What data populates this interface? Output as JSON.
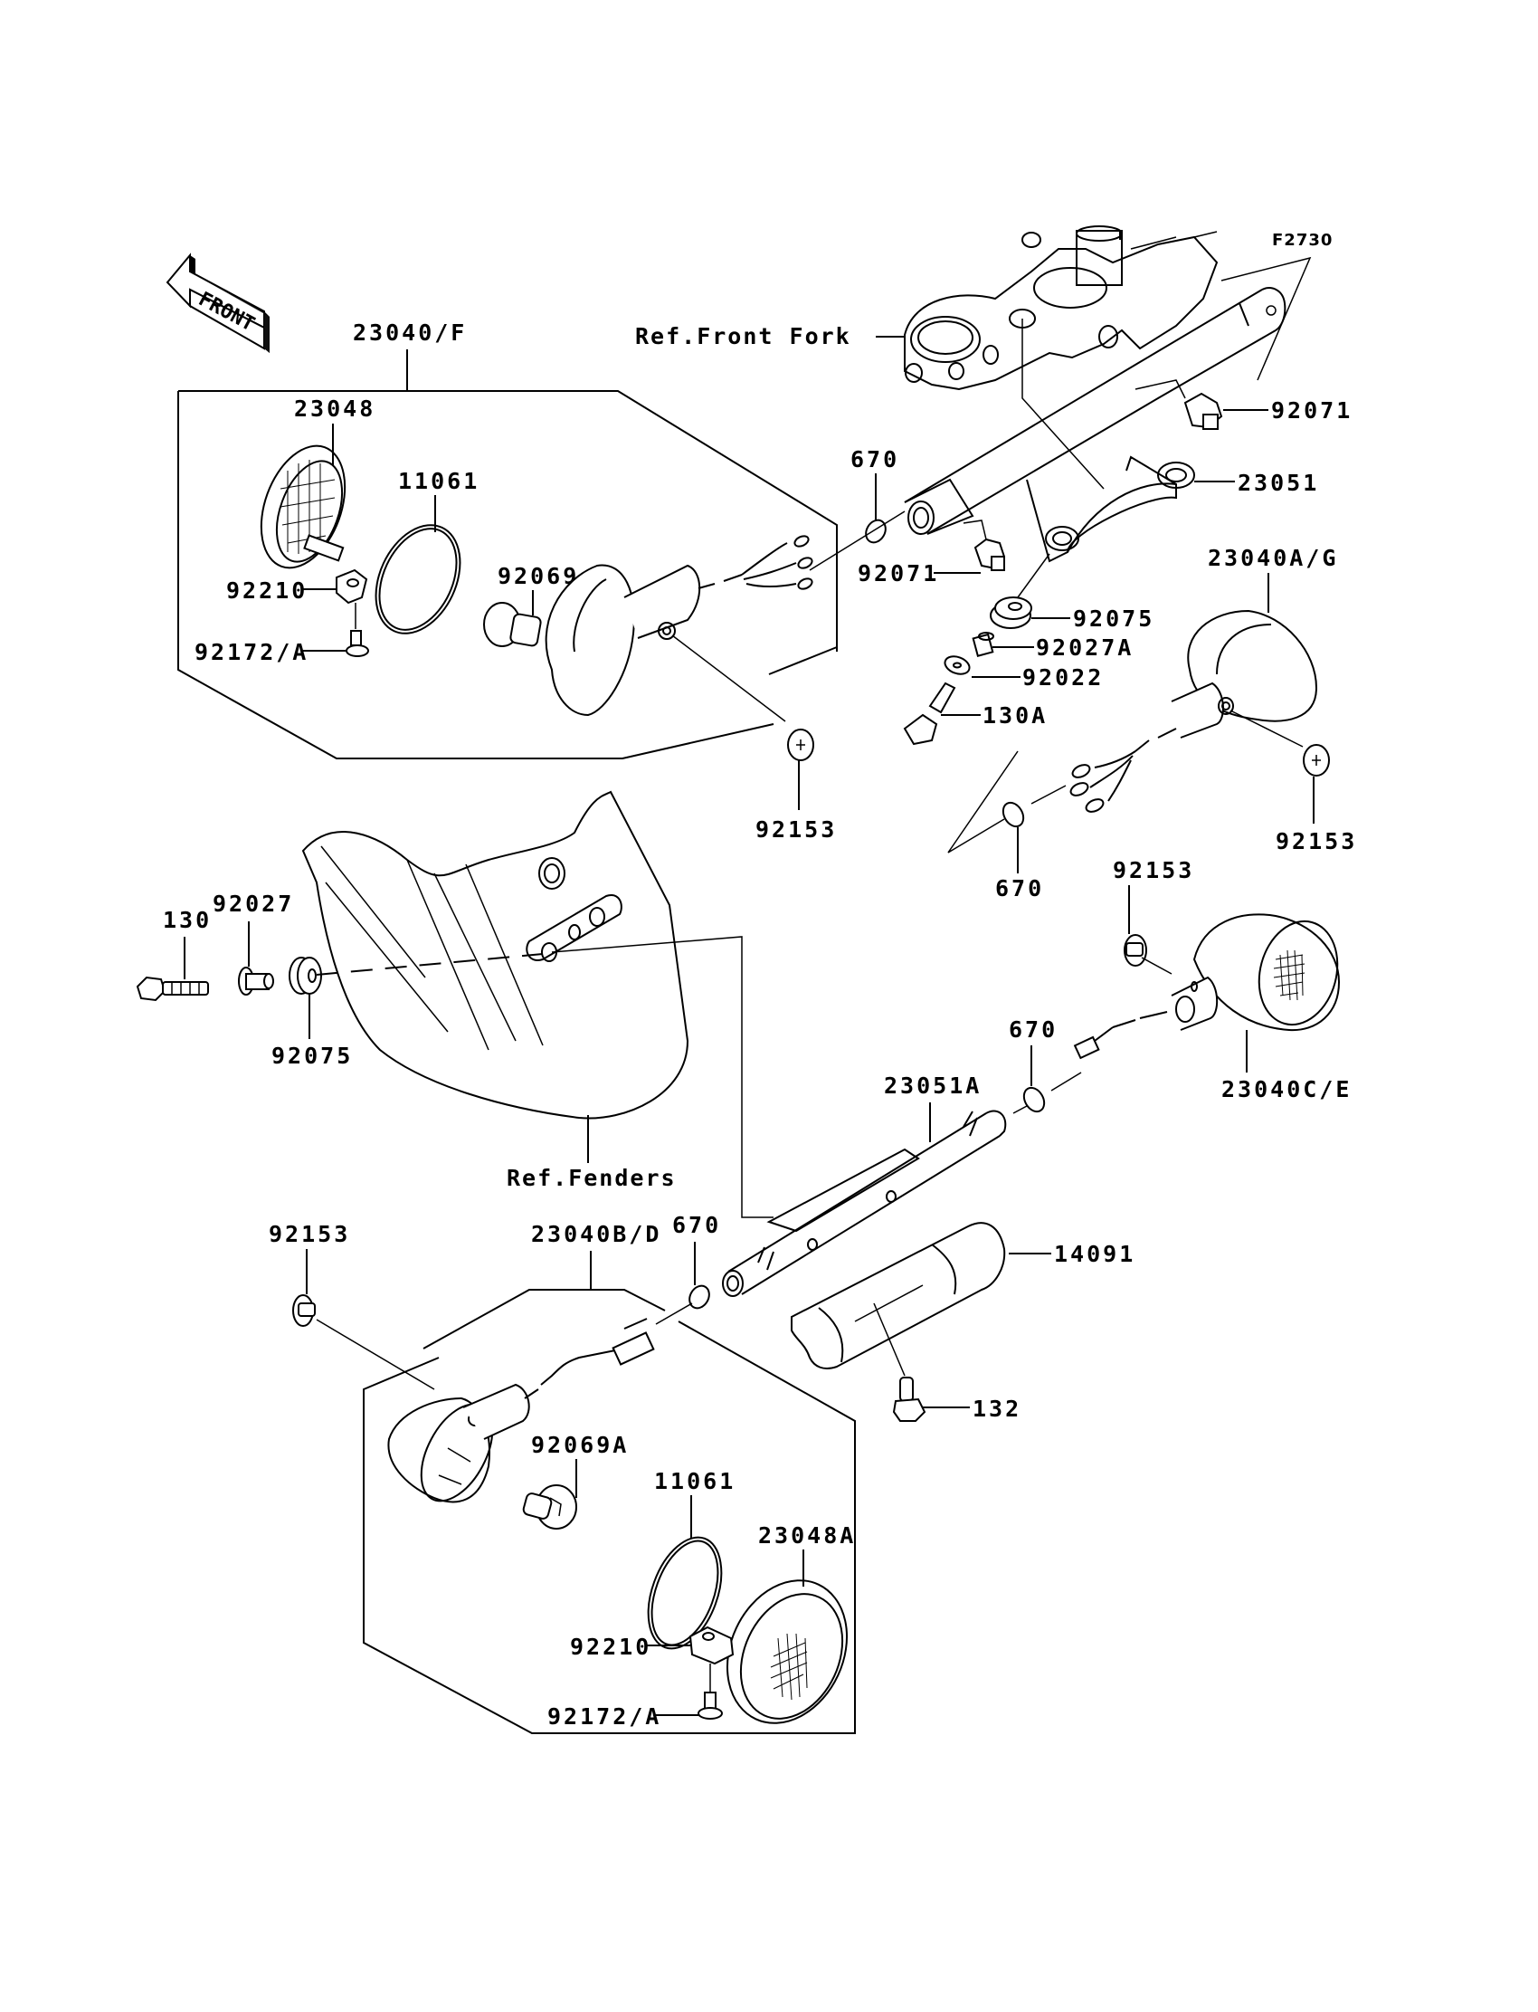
{
  "diagram": {
    "figure_code": "F2730",
    "front_arrow_text": "FRONT",
    "references": {
      "front_fork": "Ref.Front Fork",
      "fenders": "Ref.Fenders"
    },
    "labels": {
      "assy_front_left": "23040/F",
      "lens_front_left": "23048",
      "gasket_front_left": "11061",
      "bulb_front_left": "92069",
      "nut_front_left": "92210",
      "screw_front_left": "92172/A",
      "screw_92153_a": "92153",
      "oring_670_a": "670",
      "grommet_92071_right": "92071",
      "stay_23051": "23051",
      "grommet_92071_left": "92071",
      "damper_92075_a": "92075",
      "collar_92027a": "92027A",
      "washer_92022": "92022",
      "bolt_130a": "130A",
      "assy_front_right": "23040A/G",
      "screw_92153_b": "92153",
      "oring_670_b": "670",
      "bolt_130": "130",
      "collar_92027": "92027",
      "damper_92075_b": "92075",
      "screw_92153_c": "92153",
      "oring_670_c": "670",
      "stay_23051a": "23051A",
      "assy_rear_right": "23040C/E",
      "screw_92153_d": "92153",
      "assy_rear_left": "23040B/D",
      "oring_670_d": "670",
      "cover_14091": "14091",
      "bolt_132": "132",
      "bulb_rear": "92069A",
      "gasket_rear": "11061",
      "lens_rear": "23048A",
      "nut_rear": "92210",
      "screw_rear": "92172/A"
    }
  }
}
